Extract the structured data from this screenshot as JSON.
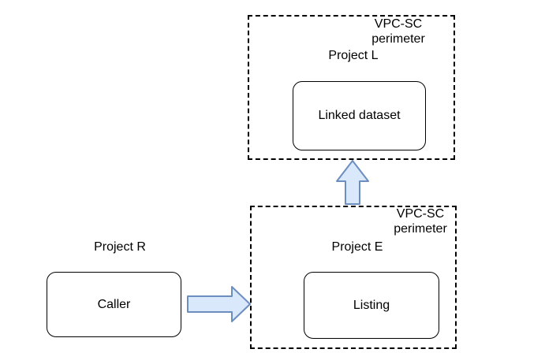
{
  "colors": {
    "background": "#ffffff",
    "line": "#000000",
    "text": "#000000",
    "arrow_fill": "#dae8fc",
    "arrow_stroke": "#6c8ebf"
  },
  "top_perimeter": {
    "perimeter_label": "VPC-SC perimeter",
    "project_label": "Project L",
    "node_label": "Linked dataset"
  },
  "bottom_perimeter": {
    "perimeter_label": "VPC-SC perimeter",
    "project_label": "Project E",
    "node_label": "Listing"
  },
  "external": {
    "project_label": "Project R",
    "node_label": "Caller"
  },
  "arrows": [
    {
      "name": "caller-to-listing",
      "direction": "right"
    },
    {
      "name": "listing-to-linked-dataset",
      "direction": "up"
    }
  ]
}
